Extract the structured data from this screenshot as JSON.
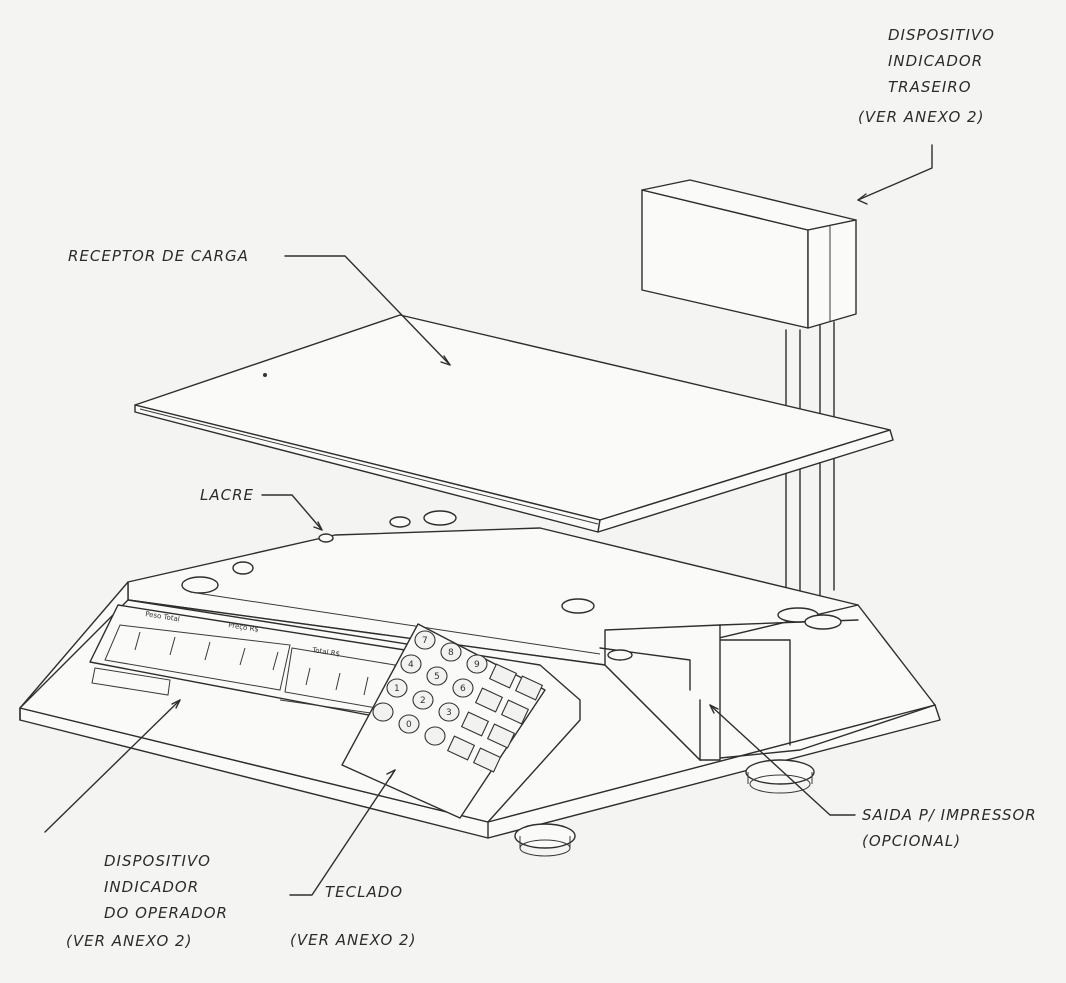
{
  "labels": {
    "rear_display": [
      "DISPOSITIVO",
      "INDICADOR",
      "TRASEIRO",
      "(VER ANEXO 2)"
    ],
    "load_receptor": "RECEPTOR DE CARGA",
    "seal": "LACRE",
    "printer_output": [
      "SAIDA P/ IMPRESSOR",
      "(OPCIONAL)"
    ],
    "operator_display": [
      "DISPOSITIVO",
      "INDICADOR",
      "DO OPERADOR",
      "(VER ANEXO 2)"
    ],
    "keyboard": [
      "TECLADO",
      "(VER ANEXO 2)"
    ]
  },
  "keypad_keys": [
    "7",
    "8",
    "9",
    "",
    "",
    "4",
    "5",
    "6",
    "",
    "",
    "1",
    "2",
    "3",
    "",
    "",
    "",
    "0",
    "",
    "",
    ""
  ]
}
